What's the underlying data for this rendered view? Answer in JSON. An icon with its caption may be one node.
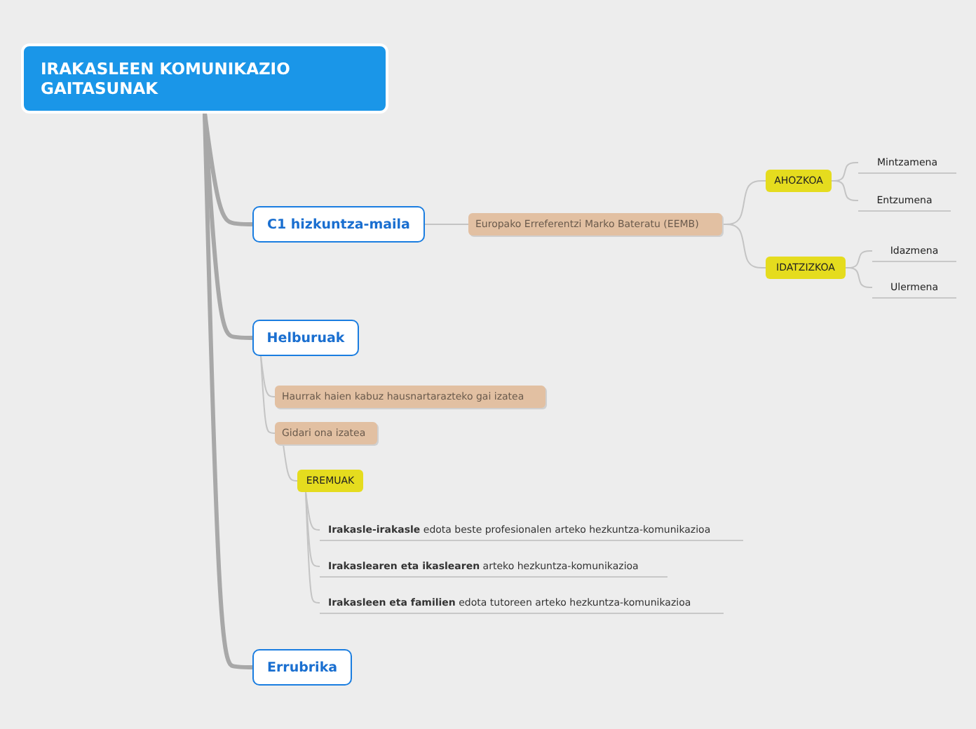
{
  "diagram": {
    "nodes": [
      {
        "text": [
          "IRAKASLEEN KOMUNIKAZIO GAITASUNAK"
        ]
      },
      {
        "text": [
          "C1 hizkuntza-maila"
        ]
      },
      {
        "text": [
          "Europako Erreferentzi Marko Bateratu (EEMB)"
        ]
      },
      {
        "text": [
          "AHOZKOA"
        ]
      },
      {
        "text": [
          "Mintzamena"
        ]
      },
      {
        "text": [
          "Entzumena"
        ]
      },
      {
        "text": [
          "IDATZIZKOA"
        ]
      },
      {
        "text": [
          "Idazmena"
        ]
      },
      {
        "text": [
          "Ulermena"
        ]
      },
      {
        "text": [
          "Helburuak"
        ]
      },
      {
        "text": [
          "Haurrak haien kabuz hausnartarazteko gai izatea"
        ]
      },
      {
        "text": [
          "Gidari ona izatea"
        ]
      },
      {
        "text": [
          "EREMUAK"
        ]
      },
      {
        "text": [
          "**Irakasle-irakasle** edota beste profesionalen arteko hezkuntza-komunikazioa"
        ]
      },
      {
        "text": [
          "**Irakaslearen eta ikaslearen** arteko hezkuntza-komunikazioa"
        ]
      },
      {
        "text": [
          "**Irakasleen eta familien** edota tutoreen arteko hezkuntza-komunikazioa"
        ]
      },
      {
        "text": [
          "Errubrika"
        ]
      }
    ],
    "edges": [
      {
        "from": 0,
        "to": 1,
        "arrow": "none",
        "style": "thick"
      },
      {
        "from": 1,
        "to": 2,
        "arrow": "none"
      },
      {
        "from": 2,
        "to": 3,
        "arrow": "none"
      },
      {
        "from": 3,
        "to": 4,
        "arrow": "none"
      },
      {
        "from": 3,
        "to": 5,
        "arrow": "none"
      },
      {
        "from": 2,
        "to": 6,
        "arrow": "none"
      },
      {
        "from": 6,
        "to": 7,
        "arrow": "none"
      },
      {
        "from": 6,
        "to": 8,
        "arrow": "none"
      },
      {
        "from": 0,
        "to": 9,
        "arrow": "none",
        "style": "thick"
      },
      {
        "from": 9,
        "to": 10,
        "arrow": "none"
      },
      {
        "from": 9,
        "to": 11,
        "arrow": "none"
      },
      {
        "from": 11,
        "to": 12,
        "arrow": "none"
      },
      {
        "from": 12,
        "to": 13,
        "arrow": "none"
      },
      {
        "from": 12,
        "to": 14,
        "arrow": "none"
      },
      {
        "from": 12,
        "to": 15,
        "arrow": "none"
      },
      {
        "from": 0,
        "to": 16,
        "arrow": "none",
        "style": "thick"
      }
    ]
  }
}
